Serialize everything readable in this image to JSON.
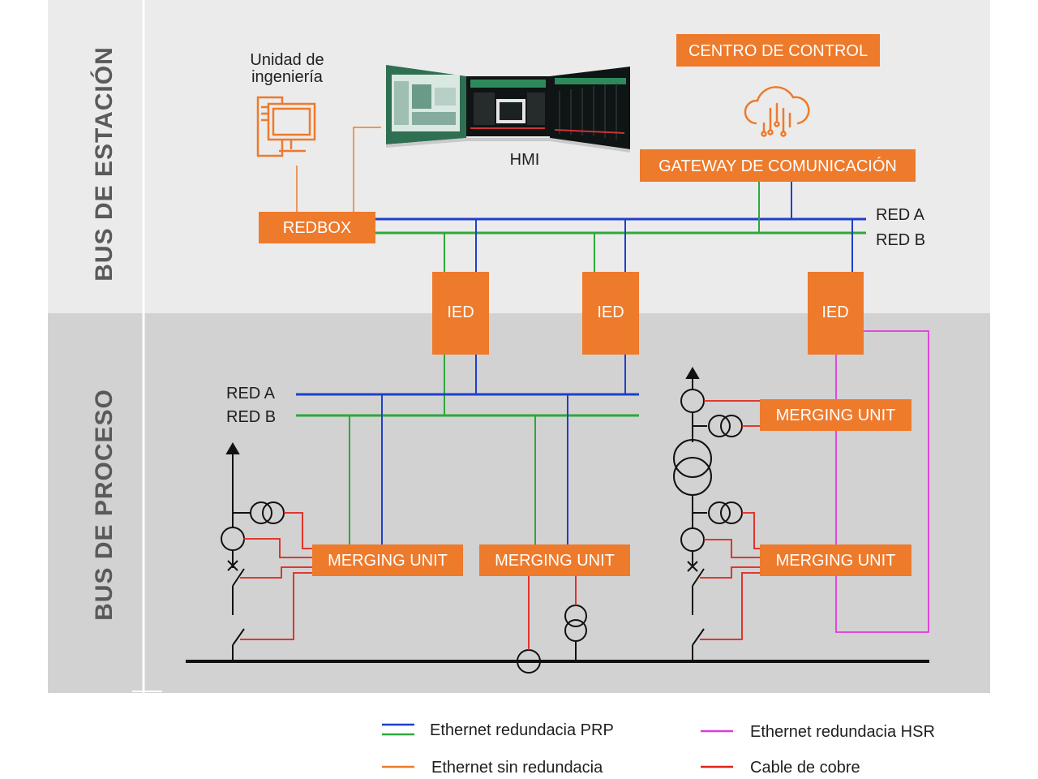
{
  "zones": {
    "station": "BUS DE ESTACIÓN",
    "process": "BUS DE PROCESO"
  },
  "station": {
    "engineering_unit": [
      "Unidad de",
      "ingeniería"
    ],
    "hmi": "HMI",
    "control_center": "CENTRO DE CONTROL",
    "gateway": "GATEWAY DE COMUNICACIÓN",
    "redbox": "REDBOX",
    "red_a": "RED A",
    "red_b": "RED B"
  },
  "ieds": [
    "IED",
    "IED",
    "IED"
  ],
  "process": {
    "red_a": "RED A",
    "red_b": "RED B",
    "merging_units": [
      "MERGING UNIT",
      "MERGING UNIT",
      "MERGING UNIT",
      "MERGING UNIT"
    ]
  },
  "legend": [
    {
      "label": "Ethernet redundacia PRP",
      "colors": [
        "#1f3fcc",
        "#2ea83a"
      ]
    },
    {
      "label": "Ethernet sin redundacia",
      "colors": [
        "#ee7a2c"
      ]
    },
    {
      "label": "Ethernet redundacia HSR",
      "colors": [
        "#e23ad8"
      ]
    },
    {
      "label": "Cable de cobre",
      "colors": [
        "#e2231a"
      ]
    }
  ],
  "colors": {
    "accent": "#ee7a2c",
    "prp_blue": "#1f3fcc",
    "prp_green": "#2ea83a",
    "hsr": "#e23ad8",
    "copper": "#e2231a",
    "station_bg": "#ebebeb",
    "process_bg": "#d2d2d2"
  }
}
